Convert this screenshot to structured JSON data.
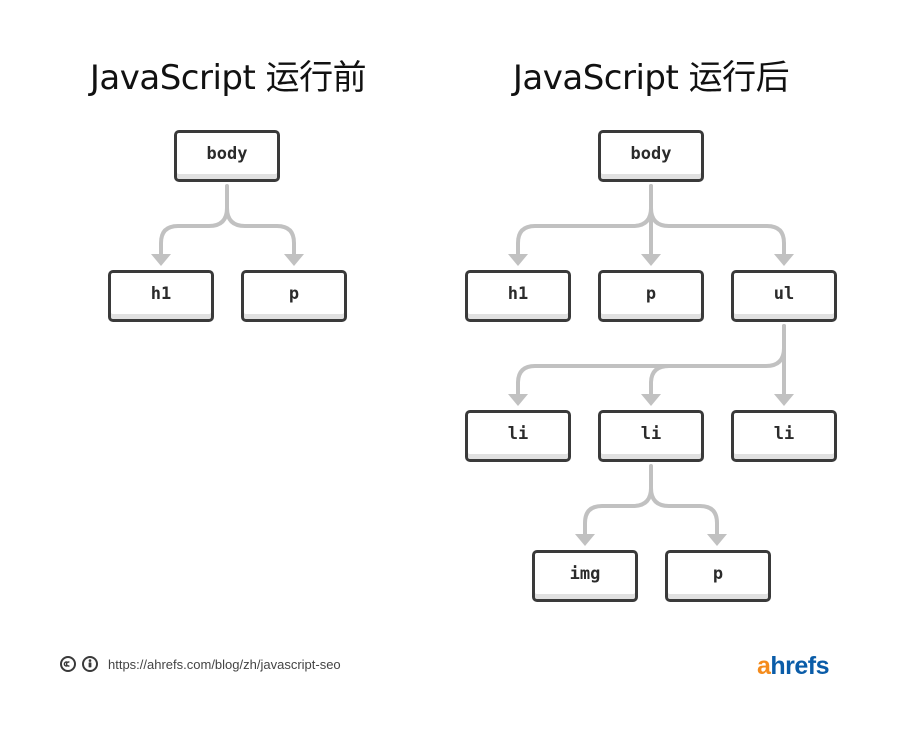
{
  "titles": {
    "before": "JavaScript 运行前",
    "after": "JavaScript 运行后"
  },
  "nodes": {
    "before": {
      "body": "body",
      "h1": "h1",
      "p": "p"
    },
    "after": {
      "body": "body",
      "h1": "h1",
      "p": "p",
      "ul": "ul",
      "li_1": "li",
      "li_2": "li",
      "li_3": "li",
      "img": "img",
      "p_2": "p"
    }
  },
  "footer": {
    "license_icons": [
      "creative-commons-icon",
      "attribution-icon"
    ],
    "url": "https://ahrefs.com/blog/zh/javascript-seo"
  },
  "logo": {
    "accent": "a",
    "rest": "hrefs",
    "colors": {
      "accent": "#f48b1c",
      "rest": "#0a5ca8"
    }
  },
  "colors": {
    "node_border": "#3a3a3a",
    "connector": "#c1c1c1"
  }
}
